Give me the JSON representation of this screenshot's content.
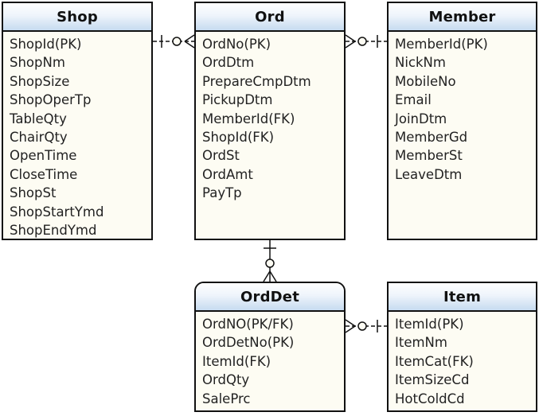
{
  "entities": {
    "shop": {
      "title": "Shop",
      "attributes": [
        "ShopId(PK)",
        "ShopNm",
        "ShopSize",
        "ShopOperTp",
        "TableQty",
        "ChairQty",
        "OpenTime",
        "CloseTime",
        "ShopSt",
        "ShopStartYmd",
        "ShopEndYmd"
      ]
    },
    "ord": {
      "title": "Ord",
      "attributes": [
        "OrdNo(PK)",
        "OrdDtm",
        "PrepareCmpDtm",
        "PickupDtm",
        "MemberId(FK)",
        "ShopId(FK)",
        "OrdSt",
        "OrdAmt",
        "PayTp"
      ]
    },
    "member": {
      "title": "Member",
      "attributes": [
        "MemberId(PK)",
        "NickNm",
        "MobileNo",
        "Email",
        "JoinDtm",
        "MemberGd",
        "MemberSt",
        "LeaveDtm"
      ]
    },
    "orddet": {
      "title": "OrdDet",
      "attributes": [
        "OrdNO(PK/FK)",
        "OrdDetNo(PK)",
        "ItemId(FK)",
        "OrdQty",
        "SalePrc"
      ]
    },
    "item": {
      "title": "Item",
      "attributes": [
        "ItemId(PK)",
        "ItemNm",
        "ItemCat(FK)",
        "ItemSizeCd",
        "HotColdCd"
      ]
    }
  },
  "colors": {
    "header_top": "#ffffff",
    "header_bottom": "#c7dbf0",
    "body": "#fdfcf3",
    "border": "#111111"
  }
}
